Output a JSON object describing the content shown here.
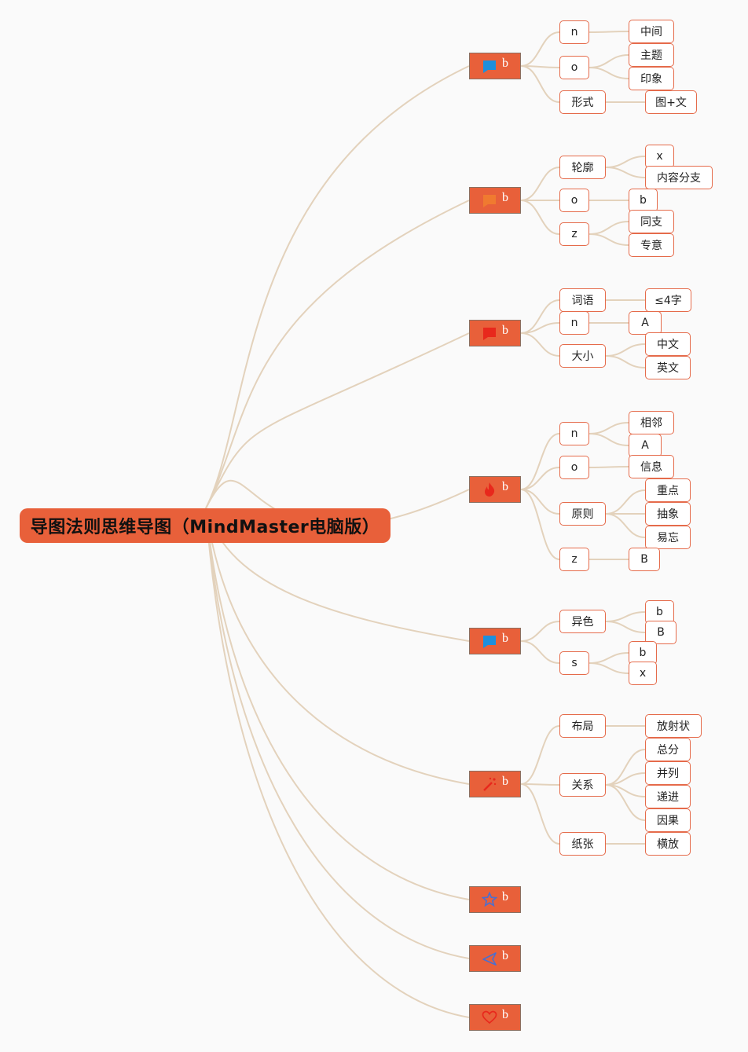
{
  "diagram": {
    "root": {
      "label": "导图法则思维导图（MindMaster电脑版）"
    },
    "branches": [
      {
        "label": "b",
        "icon": "blue-flag-icon",
        "icon_color": "#1e8fdc"
      },
      {
        "label": "b",
        "icon": "orange-flag-icon",
        "icon_color": "#f07a30"
      },
      {
        "label": "b",
        "icon": "red-flag-icon",
        "icon_color": "#e8281c"
      },
      {
        "label": "b",
        "icon": "fire-icon",
        "icon_color": "#e8281c"
      },
      {
        "label": "b",
        "icon": "blue-flag-icon",
        "icon_color": "#1e8fdc"
      },
      {
        "label": "b",
        "icon": "magic-wand-icon",
        "icon_color": "#e8281c"
      },
      {
        "label": "b",
        "icon": "star-icon",
        "icon_color": "#4a6fd0"
      },
      {
        "label": "b",
        "icon": "send-icon",
        "icon_color": "#4a6fd0"
      },
      {
        "label": "b",
        "icon": "heart-icon",
        "icon_color": "#e8281c"
      }
    ],
    "nodes": {
      "b1_n": "n",
      "b1_n_c1": "中间",
      "b1_o": "o",
      "b1_o_c1": "主题",
      "b1_o_c2": "印象",
      "b1_form": "形式",
      "b1_form_c1": "图+文",
      "b2_outline": "轮廓",
      "b2_outline_c1": "x",
      "b2_outline_c2": "内容分支",
      "b2_o": "o",
      "b2_o_c1": "b",
      "b2_z": "z",
      "b2_z_c1": "同支",
      "b2_z_c2": "专意",
      "b3_word": "词语",
      "b3_word_c1": "≤4字",
      "b3_n": "n",
      "b3_n_c1": "A",
      "b3_size": "大小",
      "b3_size_c1": "中文",
      "b3_size_c2": "英文",
      "b4_n": "n",
      "b4_n_c1": "相邻",
      "b4_n_c2": "A",
      "b4_o": "o",
      "b4_o_c1": "信息",
      "b4_rule": "原则",
      "b4_rule_c1": "重点",
      "b4_rule_c2": "抽象",
      "b4_rule_c3": "易忘",
      "b4_z": "z",
      "b4_z_c1": "B",
      "b5_color": "异色",
      "b5_color_c1": "b",
      "b5_color_c2": "B",
      "b5_s": "s",
      "b5_s_c1": "b",
      "b5_s_c2": "x",
      "b6_layout": "布局",
      "b6_layout_c1": "放射状",
      "b6_rel": "关系",
      "b6_rel_c1": "总分",
      "b6_rel_c2": "并列",
      "b6_rel_c3": "递进",
      "b6_rel_c4": "因果",
      "b6_paper": "纸张",
      "b6_paper_c1": "横放"
    }
  }
}
